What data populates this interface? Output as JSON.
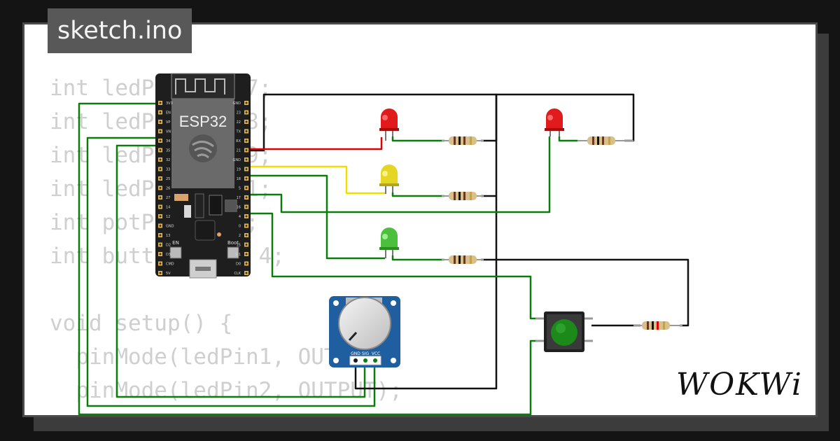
{
  "tab": {
    "filename": "sketch.ino"
  },
  "code": {
    "lines": [
      "int ledPin1 = 17;",
      "int ledPin2 = 18;",
      "int ledPin3 = 19;",
      "int ledPin4 = 21;",
      "int potPin = 15;",
      "int buttonPin = 4;",
      "",
      "void setup() {",
      "  pinMode(ledPin1, OUTPUT);",
      "  pinMode(ledPin2, OUTPUT);"
    ]
  },
  "board": {
    "chip_label": "ESP32",
    "left_pins": [
      "3V3",
      "EN",
      "VP",
      "VN",
      "34",
      "35",
      "32",
      "33",
      "25",
      "26",
      "27",
      "14",
      "12",
      "GND",
      "13",
      "D2",
      "D3",
      "CMD",
      "5V"
    ],
    "right_pins": [
      "GND",
      "23",
      "22",
      "TX",
      "RX",
      "21",
      "GND",
      "19",
      "18",
      "5",
      "17",
      "16",
      "4",
      "0",
      "2",
      "15",
      "D1",
      "D0",
      "CLK"
    ],
    "button_en": "EN",
    "button_boot": "Boot"
  },
  "potentiometer": {
    "pins": [
      "GND",
      "SIG",
      "VCC"
    ]
  },
  "colors": {
    "led_red": "#e11b1b",
    "led_yellow": "#e6d624",
    "led_green": "#4cc03c",
    "wire_green": "#0a7d0a",
    "wire_black": "#111111",
    "wire_red": "#e00000",
    "wire_yellow": "#f2dd00",
    "board_bg": "#1e1e1e",
    "pot_blue": "#1f5fa0",
    "button_green": "#1b8a1b"
  },
  "brand": {
    "text": "WOKWi"
  }
}
